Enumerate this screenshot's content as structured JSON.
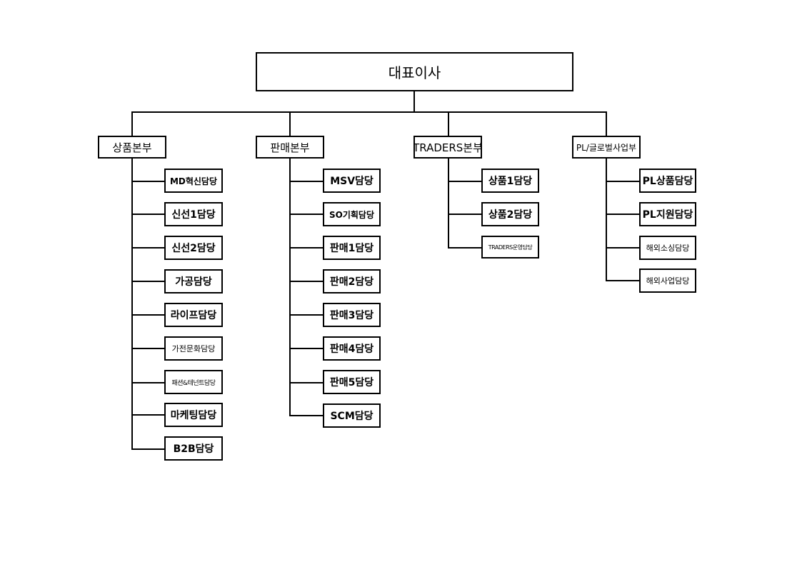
{
  "ceo": "대표이사",
  "divisions": [
    {
      "name": "상품본부",
      "teams": [
        "MD혁신담당",
        "신선1담당",
        "신선2담당",
        "가공담당",
        "라이프담당",
        "가전문화담당",
        "패션&테넌트담당",
        "마케팅담당",
        "B2B담당"
      ]
    },
    {
      "name": "판매본부",
      "teams": [
        "MSV담당",
        "SO기획담당",
        "판매1담당",
        "판매2담당",
        "판매3담당",
        "판매4담당",
        "판매5담당",
        "SCM담당"
      ]
    },
    {
      "name": "TRADERS본부",
      "teams": [
        "상품1담당",
        "상품2담당",
        "TRADERS운영담당"
      ]
    },
    {
      "name": "PL/글로벌사업부",
      "teams": [
        "PL상품담당",
        "PL지원담당",
        "해외소싱담당",
        "해외사업담당"
      ]
    }
  ]
}
